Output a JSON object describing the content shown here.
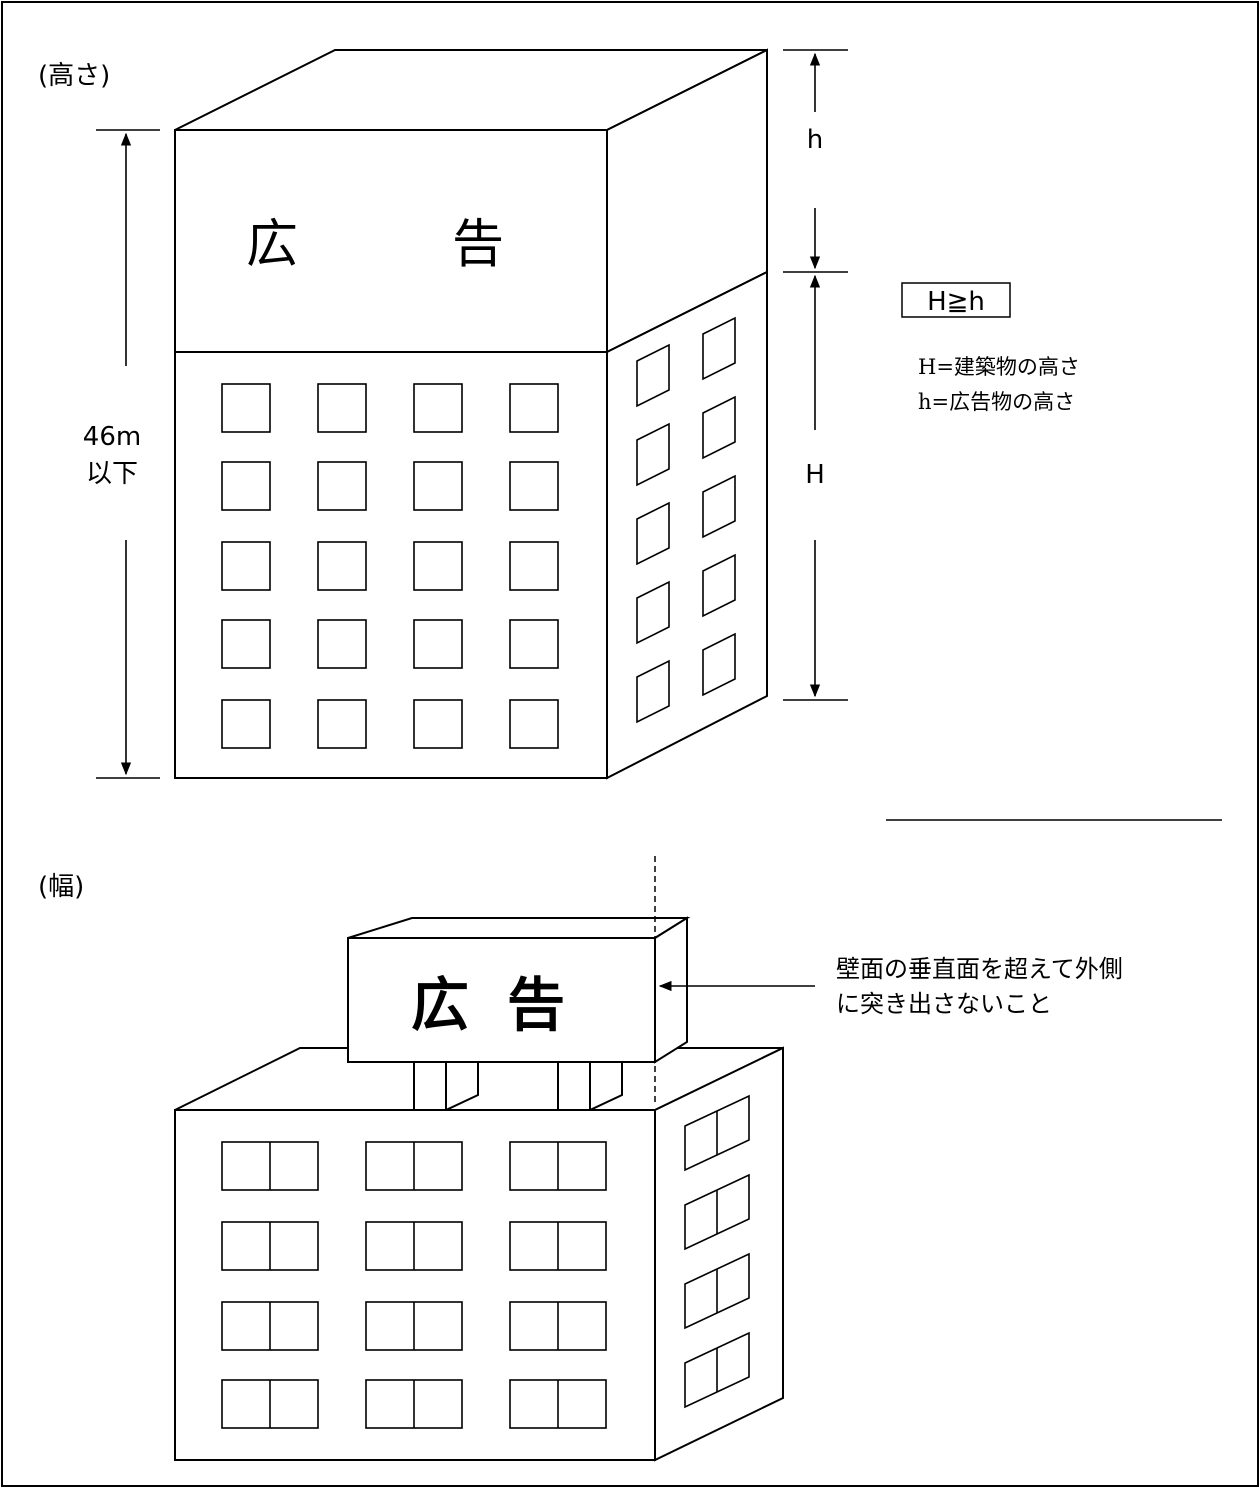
{
  "height_section": {
    "label": "(高さ)",
    "sign_text_left": "広",
    "sign_text_right": "告",
    "limit_line1": "46m",
    "limit_line2": "以下",
    "h_label": "h",
    "H_label": "H",
    "formula": "H≧h",
    "legend_H": "H=建築物の高さ",
    "legend_h": "h=広告物の高さ"
  },
  "width_section": {
    "label": "(幅)",
    "sign_text_left": "広",
    "sign_text_right": "告",
    "note_line1": "壁面の垂直面を超えて外側",
    "note_line2": "に突き出さないこと"
  },
  "colors": {
    "line": "#000000",
    "background": "#ffffff"
  }
}
